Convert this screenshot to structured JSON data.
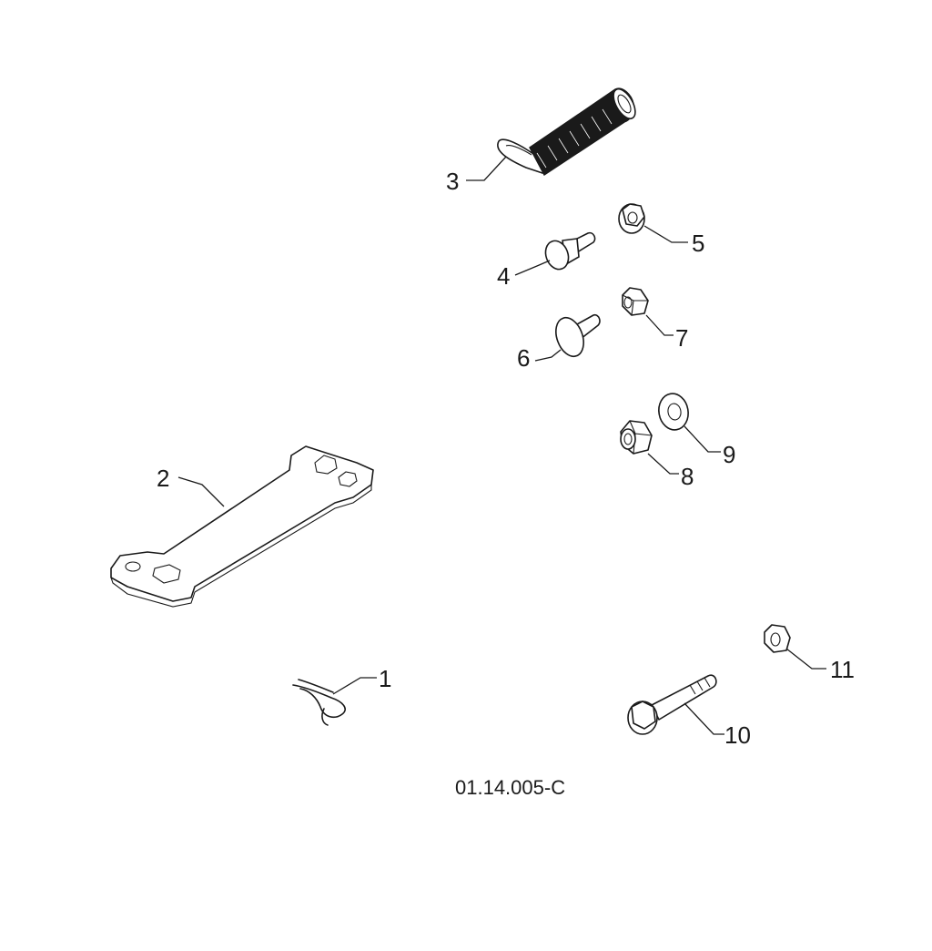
{
  "callouts": {
    "c1": "1",
    "c2": "2",
    "c3": "3",
    "c4": "4",
    "c5": "5",
    "c6": "6",
    "c7": "7",
    "c8": "8",
    "c9": "9",
    "c10": "10",
    "c11": "11"
  },
  "reference_code": "01.14.005-C",
  "icons": {
    "part1": "hair-pin-clip-icon",
    "part2": "wrench-plate-icon",
    "part3": "spring-icon",
    "part4": "clevis-pin-icon",
    "part5": "flange-nut-icon",
    "part6": "carriage-bolt-icon",
    "part7": "hex-nut-icon",
    "part8": "lock-nut-icon",
    "part9": "washer-icon",
    "part10": "flange-bolt-icon",
    "part11": "nut-icon"
  },
  "colors": {
    "line": "#1a1a1a",
    "background": "#ffffff"
  }
}
